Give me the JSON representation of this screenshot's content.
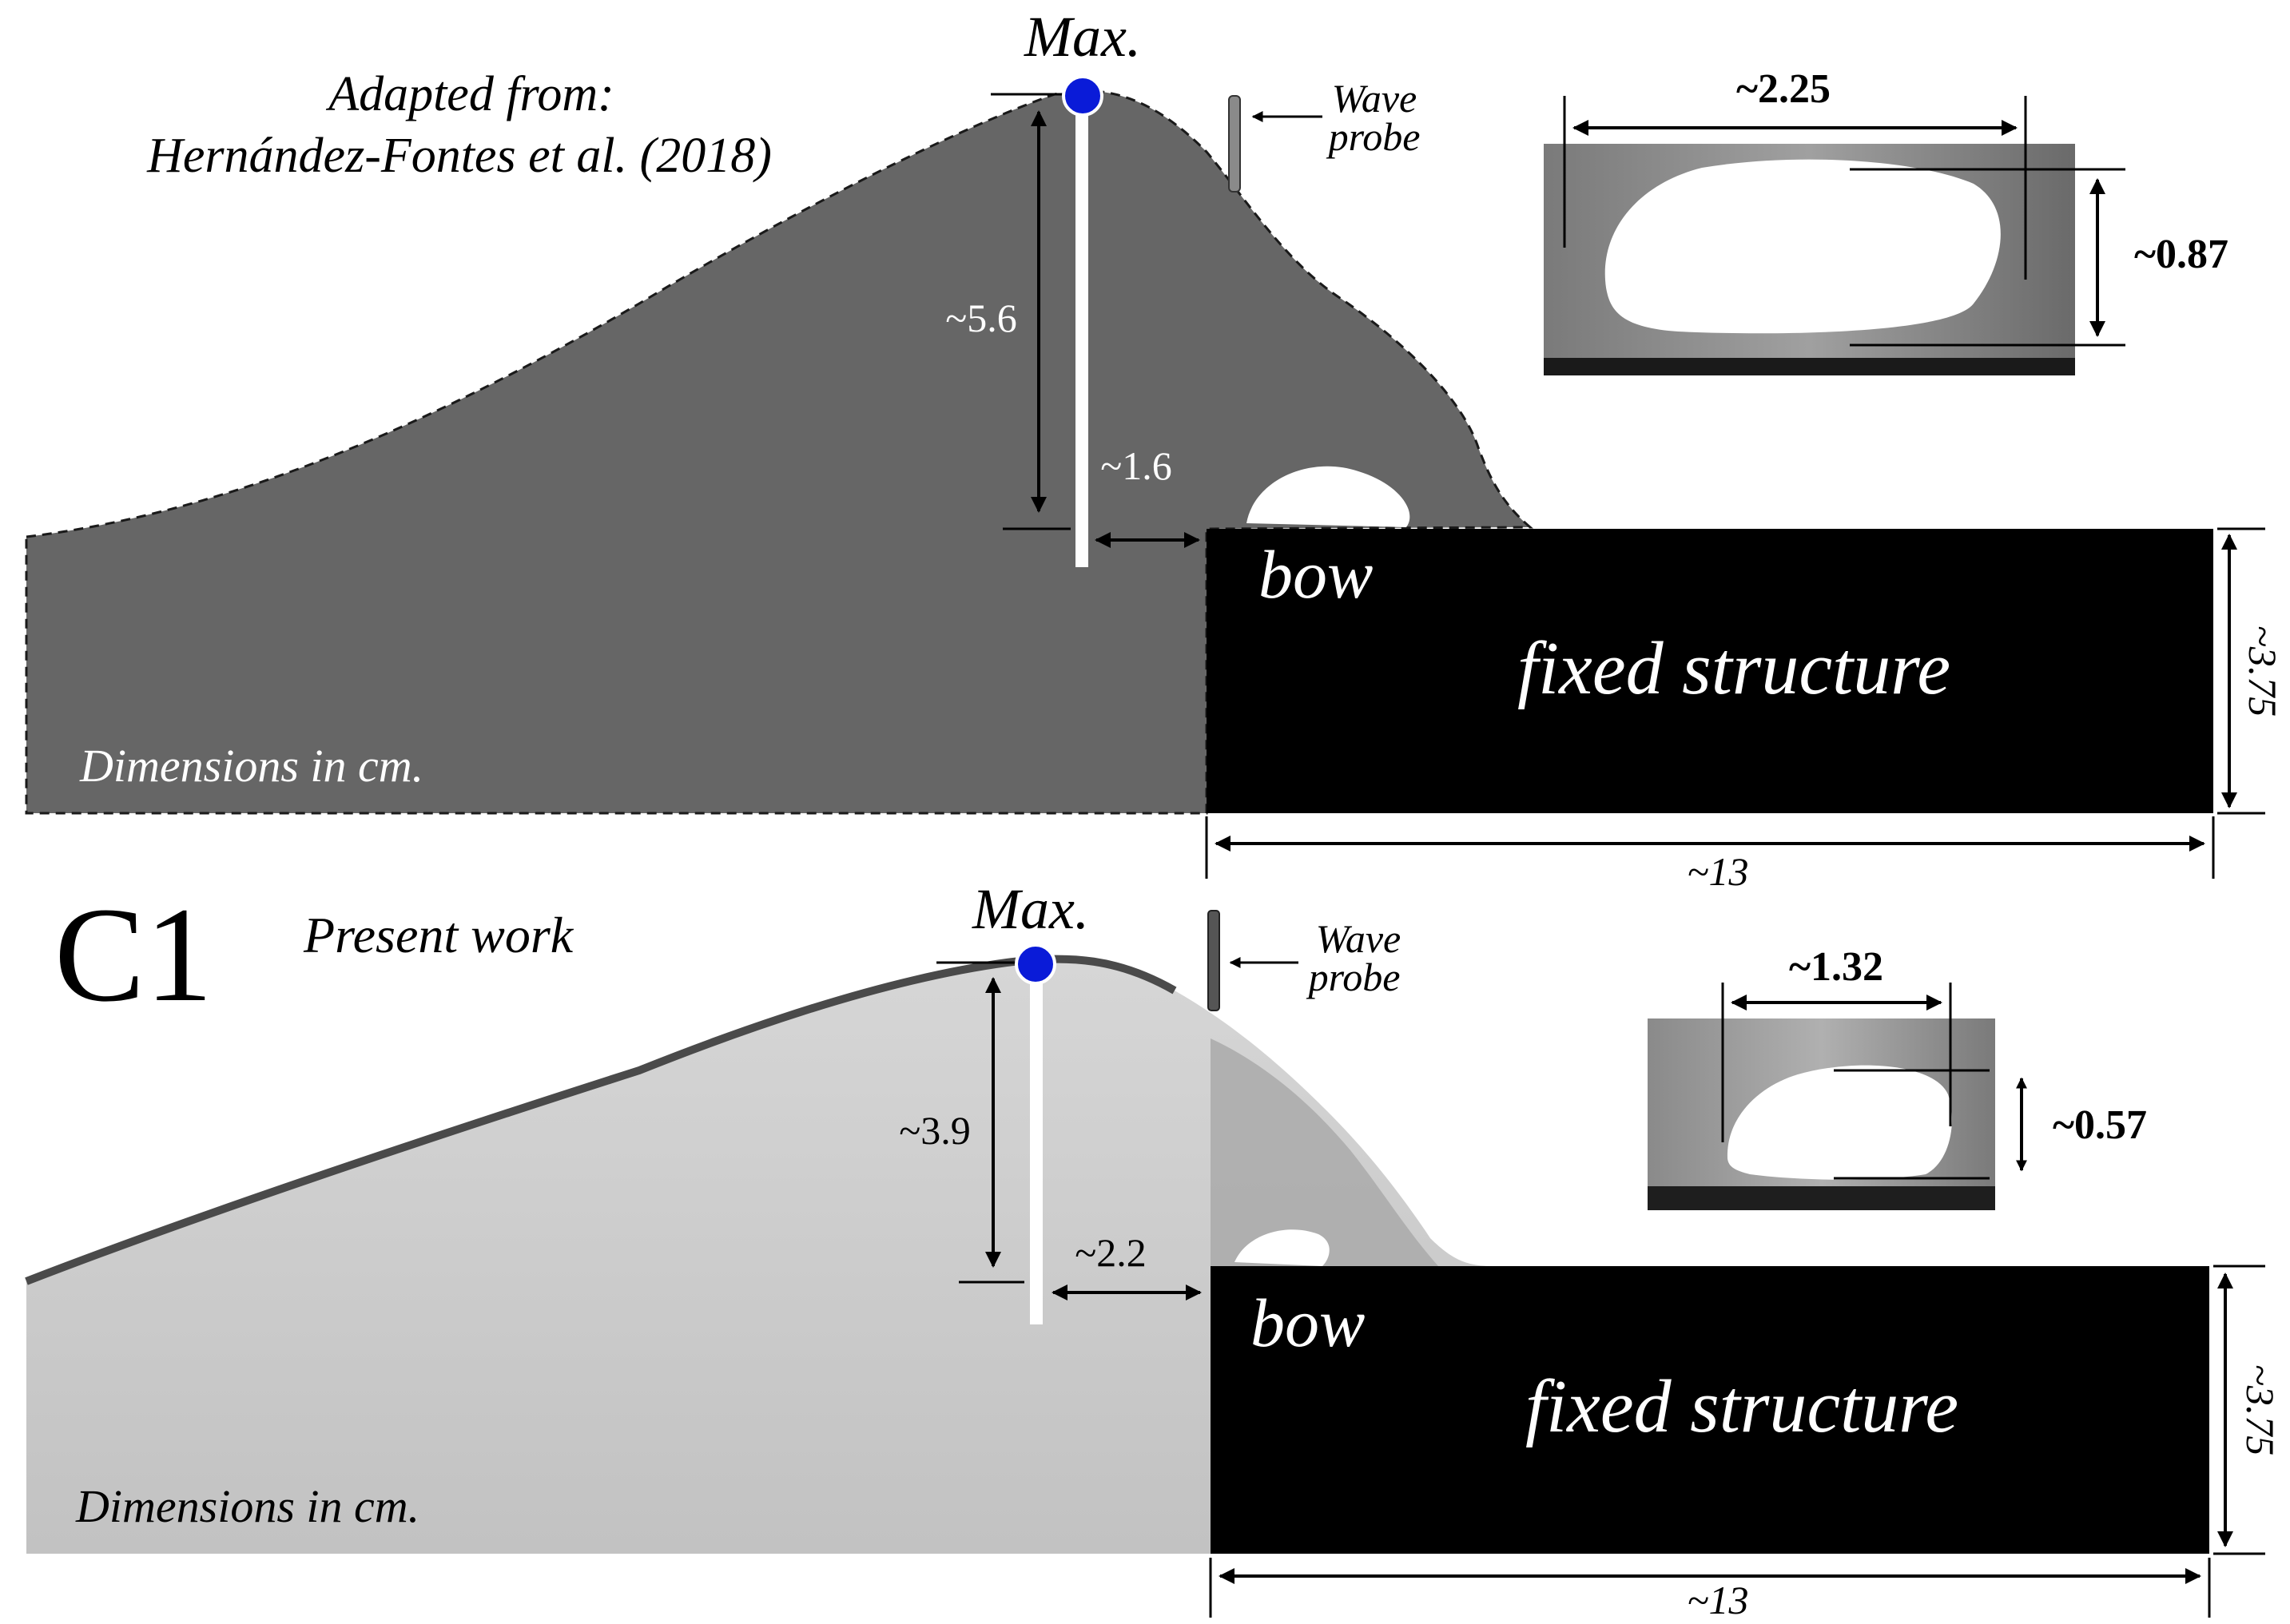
{
  "top": {
    "citation_line1": "Adapted from:",
    "citation_line2": "Hernández-Fontes et al. (2018)",
    "max_label": "Max.",
    "probe_line1": "Wave",
    "probe_line2": "probe",
    "height_label": "~5.6",
    "gap_label": "~1.6",
    "bow_label": "bow",
    "structure_label": "fixed structure",
    "units_note": "Dimensions in cm.",
    "depth_label": "~3.75",
    "length_label": "~13",
    "inset": {
      "width_label": "~2.25",
      "height_label": "~0.87"
    }
  },
  "bottom": {
    "case_label": "C1",
    "caption": "Present work",
    "max_label": "Max.",
    "probe_line1": "Wave",
    "probe_line2": "probe",
    "height_label": "~3.9",
    "gap_label": "~2.2",
    "bow_label": "bow",
    "structure_label": "fixed structure",
    "units_note": "Dimensions in cm.",
    "depth_label": "~3.75",
    "length_label": "~13",
    "inset": {
      "width_label": "~1.32",
      "height_label": "~0.57"
    }
  },
  "colors": {
    "water_top": "#666666",
    "water_bottom": "#c8c8c8",
    "structure": "#000000",
    "max_marker": "#0a1bd8"
  }
}
